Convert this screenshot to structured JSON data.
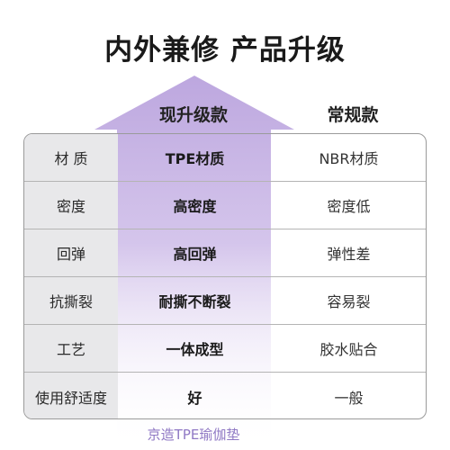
{
  "title": "内外兼修 产品升级",
  "columns": {
    "upgraded": "现升级款",
    "regular": "常规款"
  },
  "rows": [
    {
      "label": "材 质",
      "upgraded": "TPE材质",
      "regular": "NBR材质"
    },
    {
      "label": "密度",
      "upgraded": "高密度",
      "regular": "密度低"
    },
    {
      "label": "回弹",
      "upgraded": "高回弹",
      "regular": "弹性差"
    },
    {
      "label": "抗撕裂",
      "upgraded": "耐撕不断裂",
      "regular": "容易裂"
    },
    {
      "label": "工艺",
      "upgraded": "一体成型",
      "regular": "胶水贴合"
    },
    {
      "label": "使用舒适度",
      "upgraded": "好",
      "regular": "一般"
    }
  ],
  "footer": "京造TPE瑜伽垫",
  "colors": {
    "accent": "#c0a9e0",
    "label_bg": "#e8e8ea",
    "footer_text": "#8f78c4"
  }
}
